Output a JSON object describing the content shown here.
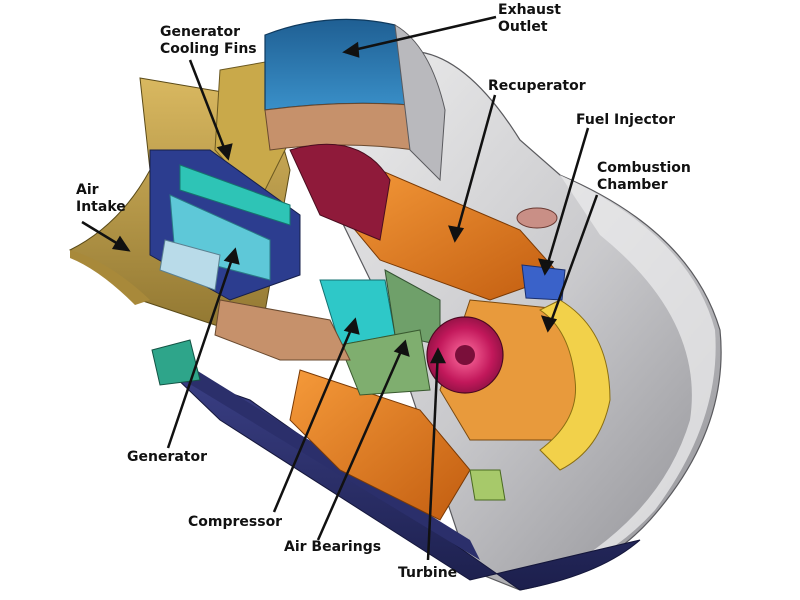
{
  "labels": {
    "exhaust_outlet": [
      "Exhaust",
      "Outlet"
    ],
    "generator_cooling_fins": [
      "Generator",
      "Cooling Fins"
    ],
    "recuperator": [
      "Recuperator"
    ],
    "fuel_injector": [
      "Fuel Injector"
    ],
    "combustion_chamber": [
      "Combustion",
      "Chamber"
    ],
    "air_intake": [
      "Air",
      "Intake"
    ],
    "generator": [
      "Generator"
    ],
    "compressor": [
      "Compressor"
    ],
    "air_bearings": [
      "Air Bearings"
    ],
    "turbine": [
      "Turbine"
    ]
  },
  "colors": {
    "housing": "#d4d4d6",
    "exhaust": "#2f7fb8",
    "recuperator": "#e07a1c",
    "turbine": "#c2185b",
    "generator": "#5ec8d8",
    "base": "#2b2f6b",
    "intake_duct": "#c8a24a",
    "fuel_injector": "#3a62c9"
  }
}
